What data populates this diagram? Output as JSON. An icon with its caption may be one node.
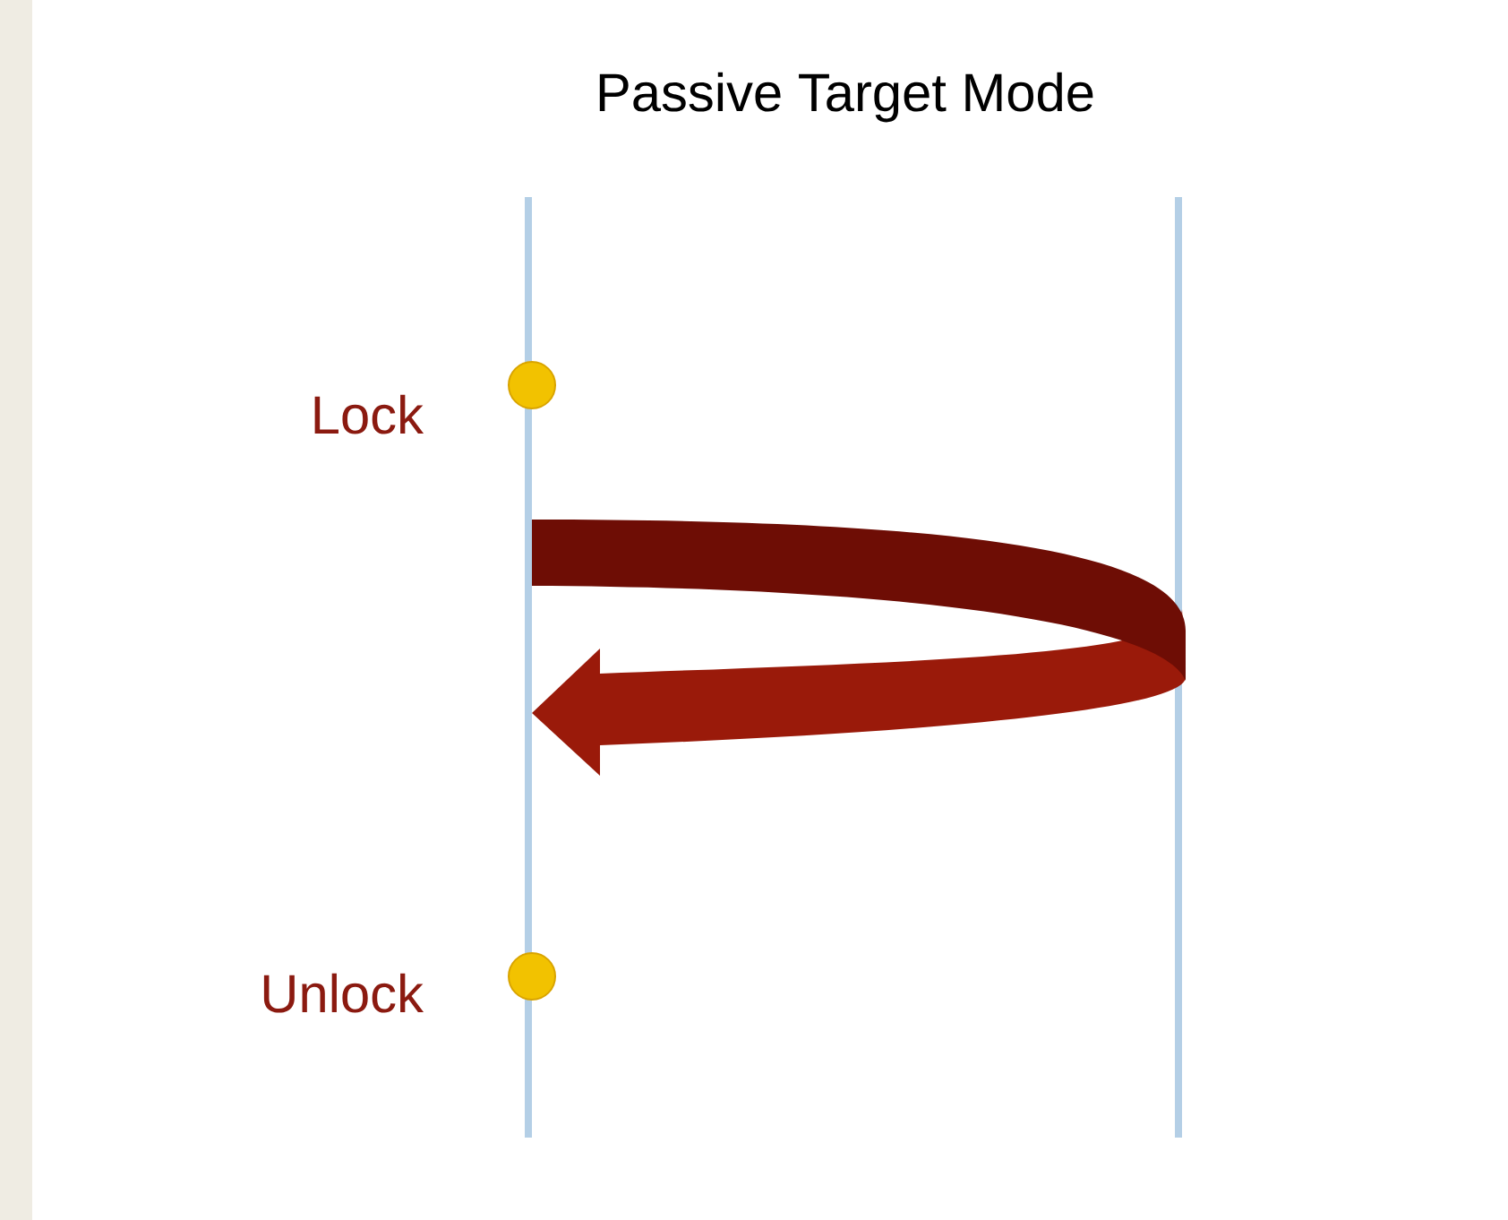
{
  "diagram": {
    "title": "Passive Target Mode",
    "labels": [
      "Lock",
      "Unlock"
    ]
  }
}
